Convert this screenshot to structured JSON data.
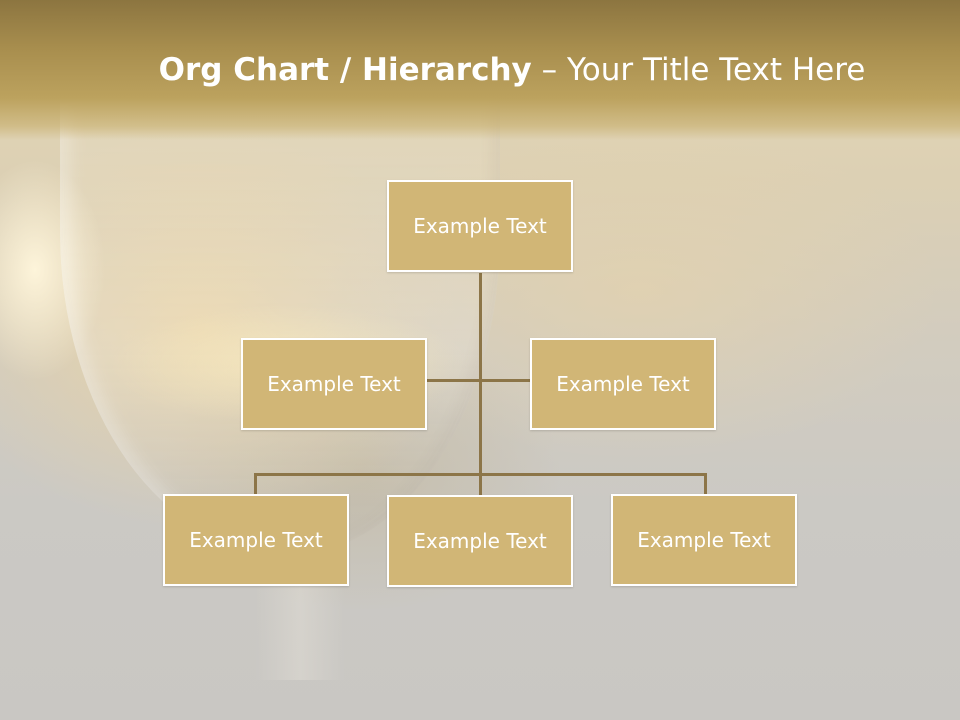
{
  "slide": {
    "title_bold": "Org Chart / Hierarchy",
    "title_dash": "–",
    "title_rest": "Your Title Text Here"
  },
  "org_chart": {
    "top": {
      "label": "Example Text"
    },
    "assistants": [
      {
        "label": "Example Text"
      },
      {
        "label": "Example Text"
      }
    ],
    "subordinates": [
      {
        "label": "Example Text"
      },
      {
        "label": "Example Text"
      },
      {
        "label": "Example Text"
      }
    ]
  },
  "colors": {
    "box_fill": "#d1b676",
    "box_border": "#ffffff",
    "connector": "#8c7548",
    "header": "#bca25e"
  }
}
